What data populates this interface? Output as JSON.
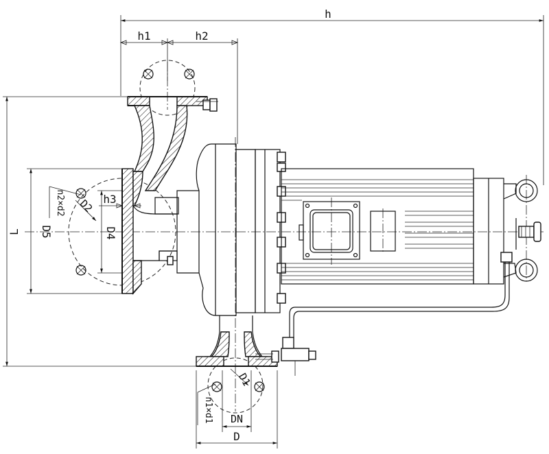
{
  "dimensions": {
    "h": "h",
    "h1": "h1",
    "h2": "h2",
    "h3": "h3",
    "L": "L",
    "D5": "D5",
    "D4": "D4",
    "D2": "D2",
    "n2xd2": "n2×d2",
    "D1": "D1",
    "n1xd1": "n1×d1",
    "DN": "DN",
    "D": "D"
  },
  "colors": {
    "line": "#111111",
    "background": "#ffffff"
  }
}
